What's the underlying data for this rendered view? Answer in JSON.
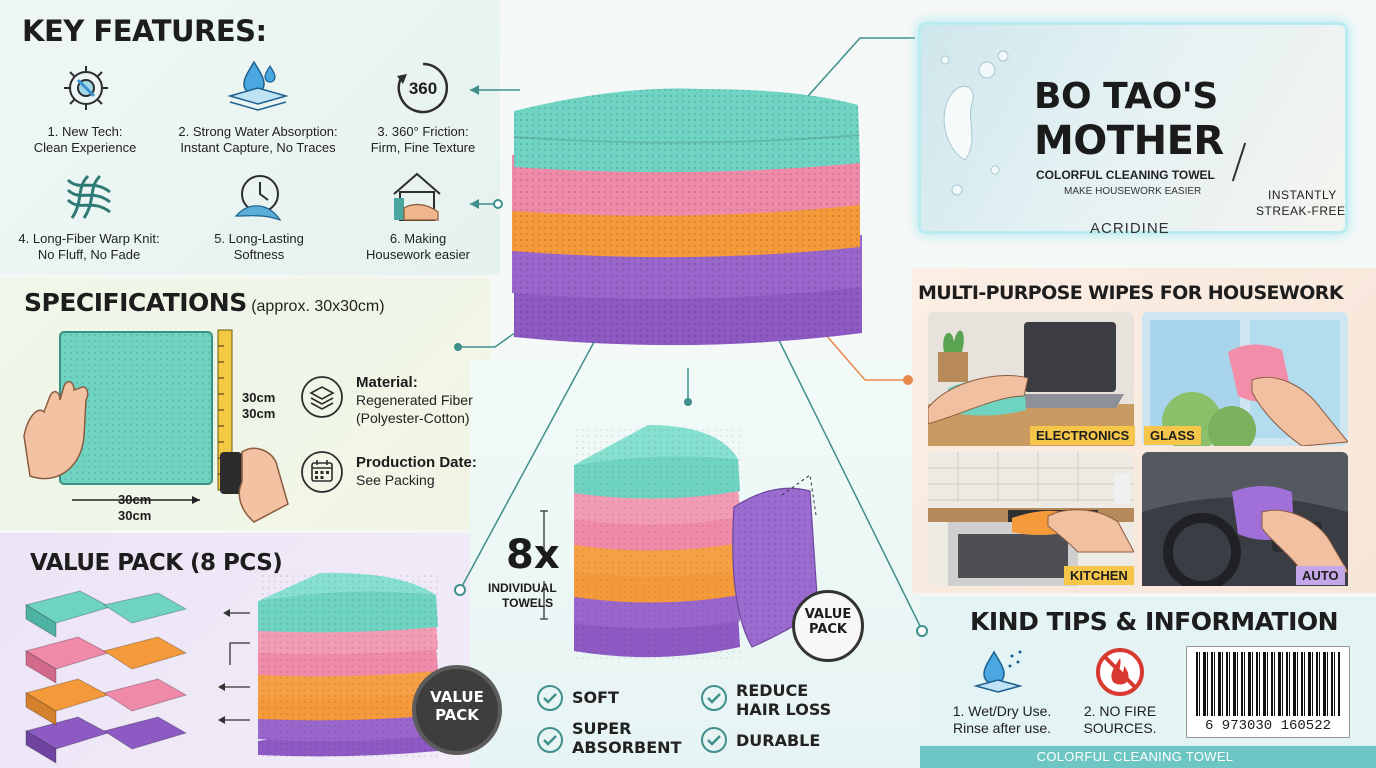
{
  "key_features": {
    "title": "KEY FEATURES:",
    "items": [
      {
        "icon": "gear-icon",
        "line1": "1. New Tech:",
        "line2": "Clean Experience"
      },
      {
        "icon": "water-drop-layers-icon",
        "line1": "2. Strong Water Absorption:",
        "line2": "Instant Capture, No Traces"
      },
      {
        "icon": "rotation-360-icon",
        "line1": "3. 360° Friction:",
        "line2": "Firm, Fine Texture"
      },
      {
        "icon": "fiber-knit-icon",
        "line1": "4. Long-Fiber Warp Knit:",
        "line2": "No Fluff, No Fade"
      },
      {
        "icon": "clock-feather-icon",
        "line1": "5. Long-Lasting",
        "line2": "Softness"
      },
      {
        "icon": "house-hand-icon",
        "line1": "6. Making",
        "line2": "Housework easier"
      }
    ],
    "rotation_badge": "360"
  },
  "brand": {
    "name_line1": "BO TAO'S",
    "name_line2": "MOTHER",
    "subtitle": "COLORFUL CLEANING TOWEL",
    "tagline": "MAKE HOUSEWORK EASIER",
    "instantly_line1": "INSTANTLY",
    "instantly_line2": "STREAK-FREE",
    "sub_brand": "ACRIDINE"
  },
  "specifications": {
    "title": "SPECIFICATIONS",
    "size_note": "(approx. 30x30cm)",
    "height_line1": "30cm",
    "height_line2": "30cm",
    "width_line1": "30cm",
    "width_line2": "30cm",
    "material_label": "Material:",
    "material_line1": "Regenerated Fiber",
    "material_line2": "(Polyester-Cotton)",
    "date_label": "Production Date:",
    "date_value": "See Packing"
  },
  "multi_purpose": {
    "title": "MULTI-PURPOSE WIPES FOR HOUSEWORK",
    "scenes": [
      "ELECTRONICS",
      "GLASS",
      "KITCHEN",
      "AUTO"
    ]
  },
  "value_pack": {
    "title": "VALUE PACK (8 PCS)",
    "badge_line1": "VALUE",
    "badge_line2": "PACK"
  },
  "center_pack": {
    "count": "8x",
    "count_label_line1": "INDIVIDUAL",
    "count_label_line2": "TOWELS",
    "badge_line1": "VALUE",
    "badge_line2": "PACK",
    "benefits": [
      "SOFT",
      "SUPER",
      "ABSORBENT",
      "REDUCE",
      "HAIR LOSS",
      "DURABLE"
    ]
  },
  "tips": {
    "title": "KIND TIPS & INFORMATION",
    "tip1_line1": "1. Wet/Dry Use.",
    "tip1_line2": "Rinse after use.",
    "tip2_line1": "2. NO FIRE",
    "tip2_line2": "SOURCES.",
    "barcode": "6 973030 160522",
    "footer": "COLORFUL CLEANING TOWEL"
  },
  "colors": {
    "teal": "#6fd3c2",
    "pink": "#f08aa6",
    "orange": "#f59a3c",
    "purple": "#8e5cc4",
    "connector": "#3f8f8b",
    "orange_connector": "#e88a4d"
  }
}
